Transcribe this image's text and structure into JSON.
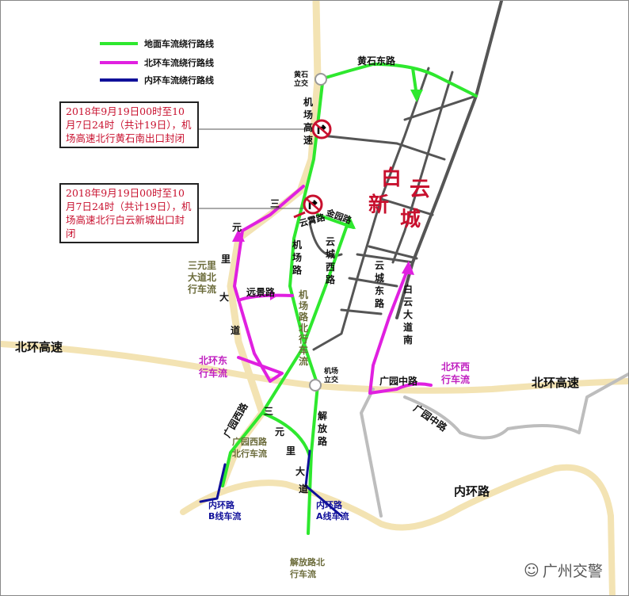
{
  "colors": {
    "ground": "#2ee82e",
    "north_ring": "#e020e0",
    "inner_ring": "#10109a",
    "expressway": "#f3e3b3",
    "road": "#555555",
    "minor_road": "#bdbdbd",
    "notice_text": "#c8102e"
  },
  "legend": [
    {
      "label": "地面车流绕行路线",
      "color": "#2ee82e"
    },
    {
      "label": "北环车流绕行路线",
      "color": "#e020e0"
    },
    {
      "label": "内环车流绕行路线",
      "color": "#10109a"
    }
  ],
  "notices": [
    {
      "text": "2018年9月19日00时至10月7日24时（共计19日），机场高速北行黄石南出口封闭",
      "icon": "no-right-turn-icon"
    },
    {
      "text": "2018年9月19日00时至10月7日24时（共计19日），机场高速北行白云新城出口封闭",
      "icon": "no-right-turn-icon"
    }
  ],
  "labels": {
    "huangshi_interchange": [
      "黄石",
      "立交"
    ],
    "huangshi_east": "黄石东路",
    "airport_expressway": [
      "机",
      "场",
      "高",
      "速"
    ],
    "baiyun_newtown": [
      "白",
      "云",
      "新",
      "城"
    ],
    "jinyuan": "金园路",
    "yunxiao": "云霄路",
    "airport_road": [
      "机",
      "场",
      "路"
    ],
    "yuncheng_west": [
      "云",
      "城",
      "西",
      "路"
    ],
    "yuncheng_east": [
      "云",
      "城",
      "东",
      "路"
    ],
    "sanyuanli_upper": [
      "三",
      "元",
      "里",
      "大",
      "道"
    ],
    "sanyuanli_north_flow": [
      "三元里",
      "大道北",
      "行车流"
    ],
    "yuanjing": "远景路",
    "airport_road_north_flow": [
      "机",
      "场",
      "路",
      "北",
      "行",
      "车",
      "流"
    ],
    "baiyun_south": [
      "白",
      "云",
      "大",
      "道",
      "南"
    ],
    "beihuan_left": "北环高速",
    "beihuan_right": "北环高速",
    "beihuan_east_flow": [
      "北环东",
      "行车流"
    ],
    "beihuan_west_flow": [
      "北环西",
      "行车流"
    ],
    "airport_interchange": [
      "机场",
      "立交"
    ],
    "guangyuan_mid_upper": "广园中路",
    "guangyuan_mid_lower": "广园中路",
    "guangyuan_west": "广园西路",
    "sanyuanli_lower": [
      "三",
      "元",
      "里",
      "大",
      "道"
    ],
    "jiefang": [
      "解",
      "放",
      "路"
    ],
    "guangyuan_west_flow": [
      "广园西路",
      "北行车流"
    ],
    "inner_ring": "内环路",
    "inner_b": [
      "内环路",
      "B线车流"
    ],
    "inner_a": [
      "内环路",
      "A线车流"
    ],
    "jiefang_north_flow": [
      "解放路北",
      "行车流"
    ]
  },
  "watermark": "广州交警"
}
